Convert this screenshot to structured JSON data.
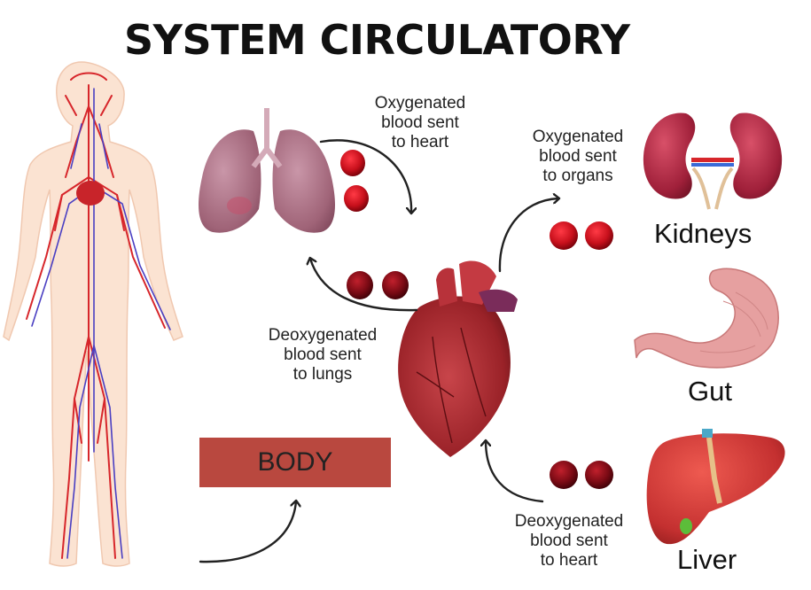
{
  "title": "SYSTEM CIRCULATORY",
  "captions": {
    "oxygenated_to_heart": "Oxygenated\nblood sent\nto heart",
    "oxygenated_to_organs": "Oxygenated\nblood sent\nto organs",
    "deoxygenated_to_lungs": "Deoxygenated\nblood sent\nto lungs",
    "deoxygenated_to_heart": "Deoxygenated\nblood sent\nto heart"
  },
  "organs": {
    "kidneys": "Kidneys",
    "gut": "Gut",
    "liver": "Liver"
  },
  "body_label": "BODY",
  "colors": {
    "body_box": "#b9483f",
    "artery_red": "#d7262b",
    "vein_blue": "#4a3fc2",
    "blood_cell": "#c8101c",
    "deoxy_cell": "#8a0c18",
    "lung": "#a46a7f",
    "heart": "#a22a30",
    "kidney": "#a8203a",
    "gut": "#e8a2a2",
    "liver": "#c63434",
    "skin": "#fbe3d2"
  },
  "icons": {
    "human_body": "human-body-icon",
    "lungs": "lungs-icon",
    "heart": "heart-icon",
    "kidneys": "kidneys-icon",
    "gut": "stomach-icon",
    "liver": "liver-icon"
  }
}
